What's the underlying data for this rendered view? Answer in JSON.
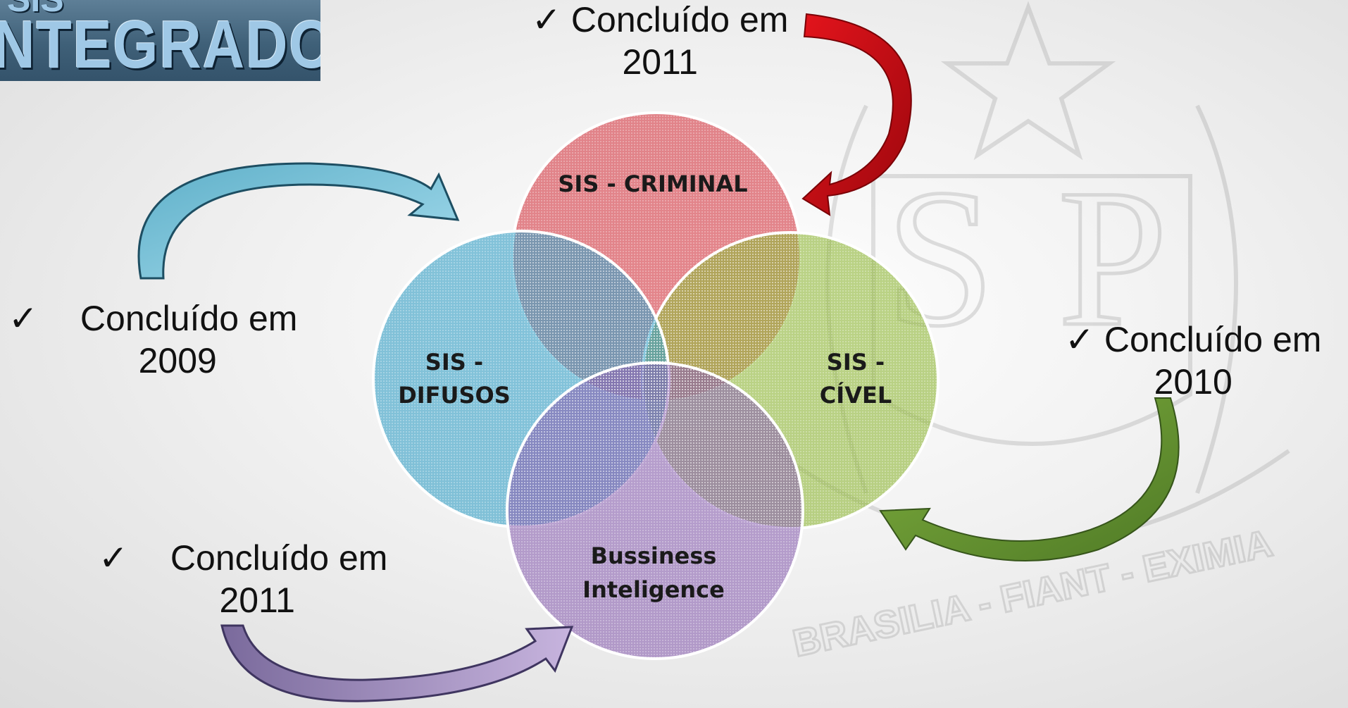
{
  "logo": {
    "visible_text": "NTEGRADO",
    "cut_text": "SIS"
  },
  "diagram": {
    "circles": [
      {
        "id": "criminal",
        "label_lines": [
          "SIS - CRIMINAL"
        ],
        "color": "#d9535b"
      },
      {
        "id": "difusos",
        "label_lines": [
          "SIS -",
          "DIFUSOS"
        ],
        "color": "#3aa2c6"
      },
      {
        "id": "civel",
        "label_lines": [
          "SIS -",
          "CÍVEL"
        ],
        "color": "#92b83c"
      },
      {
        "id": "bi",
        "label_lines": [
          "Bussiness",
          "Inteligence"
        ],
        "color": "#8a63b0"
      }
    ]
  },
  "annotations": {
    "top": {
      "check": "✓",
      "line1": "Concluído em",
      "line2": "2011"
    },
    "left": {
      "check": "✓",
      "line1": "Concluído em",
      "line2": "2009"
    },
    "right": {
      "check": "✓",
      "line1": "Concluído em",
      "line2": "2010"
    },
    "bottom": {
      "check": "✓",
      "line1": "Concluído em",
      "line2": "2011"
    }
  },
  "watermark": {
    "letters_left": "S",
    "letters_right": "P",
    "motto": "BRASILIA - FIANT - EXIMIA"
  },
  "colors": {
    "arrow_red": "#c81017",
    "arrow_blue": "#7cc6dc",
    "arrow_green": "#6a9a34",
    "arrow_purple": "#9a86b8"
  }
}
